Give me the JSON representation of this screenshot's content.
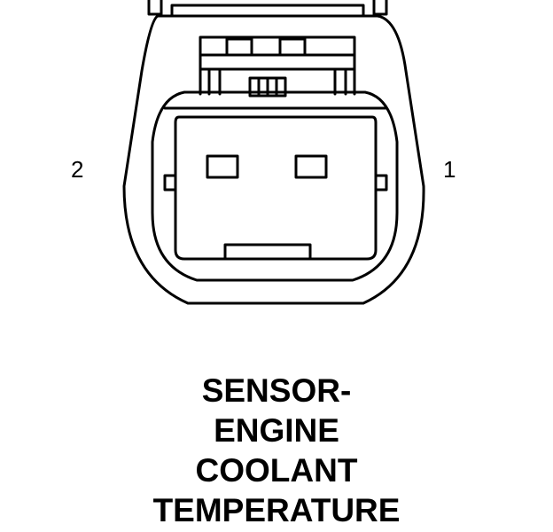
{
  "pins": {
    "left": "2",
    "right": "1"
  },
  "caption": {
    "lines": [
      "SENSOR-",
      "ENGINE",
      "COOLANT",
      "TEMPERATURE"
    ]
  },
  "colors": {
    "line": "#000000",
    "background": "#ffffff"
  }
}
